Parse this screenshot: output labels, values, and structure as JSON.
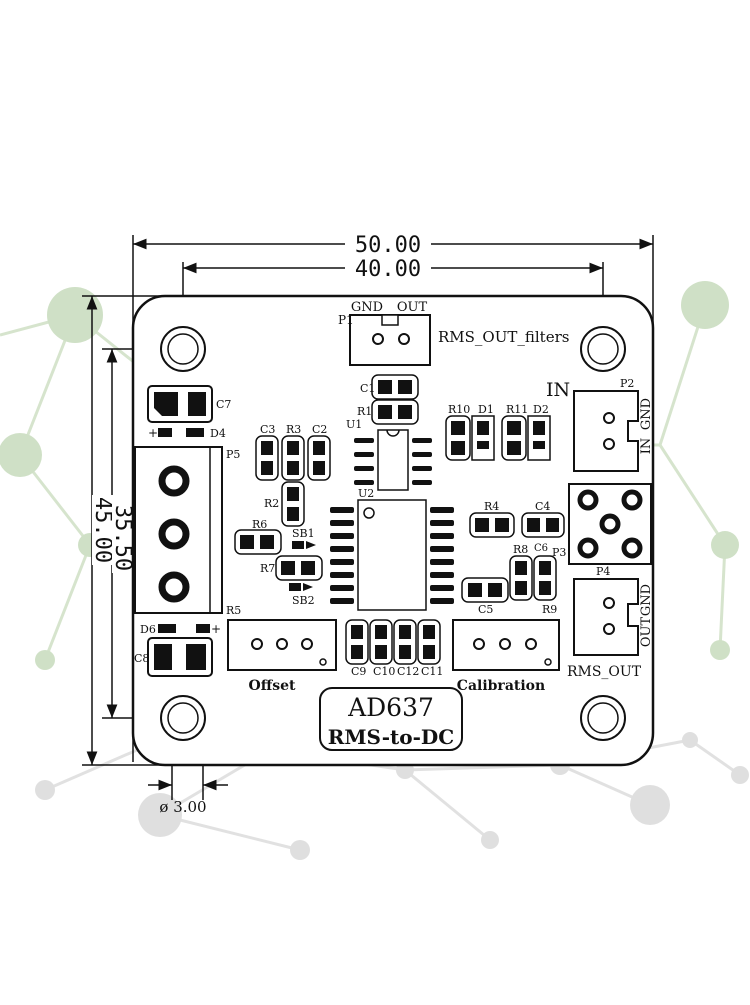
{
  "dimensions": {
    "board_width": "50.00",
    "hole_spacing_h": "40.00",
    "board_height": "45.00",
    "hole_spacing_v": "35.50",
    "hole_diameter": "ø 3.00"
  },
  "connectors": {
    "p1": {
      "ref": "P1",
      "pin1": "GND",
      "pin2": "OUT",
      "label": "RMS_OUT_filters"
    },
    "p2": {
      "ref": "P2",
      "side": "IN",
      "pin1": "GND",
      "pin2": "IN"
    },
    "p3": {
      "ref": "P3"
    },
    "p4": {
      "ref": "P4",
      "pin1": "GND",
      "pin2": "OUT",
      "label": "RMS_OUT"
    },
    "p5": {
      "ref": "P5"
    }
  },
  "components": {
    "c1": "C1",
    "r1": "R1",
    "u1": "U1",
    "u2": "U2",
    "c2": "C2",
    "c3": "C3",
    "r2": "R2",
    "r3": "R3",
    "r6": "R6",
    "r7": "R7",
    "sb1": "SB1",
    "sb2": "SB2",
    "r10": "R10",
    "d1": "D1",
    "r11": "R11",
    "d2": "D2",
    "r4": "R4",
    "c4": "C4",
    "c6": "C6",
    "r8": "R8",
    "c5": "C5",
    "r9": "R9",
    "r5": "R5",
    "c7": "C7",
    "d4": "D4",
    "d6": "D6",
    "c8": "C8",
    "c9": "C9",
    "c10": "C10",
    "c12": "C12",
    "c11": "C11"
  },
  "pots": {
    "offset": "Offset",
    "calibration": "Calibration"
  },
  "polarity": {
    "plus": "+",
    "minus": "−"
  },
  "title": {
    "chip": "AD637",
    "function": "RMS-to-DC"
  },
  "colors": {
    "ink": "#111111",
    "bg_green": "#9dbf8a",
    "bg_grey": "#b8b8b8"
  }
}
